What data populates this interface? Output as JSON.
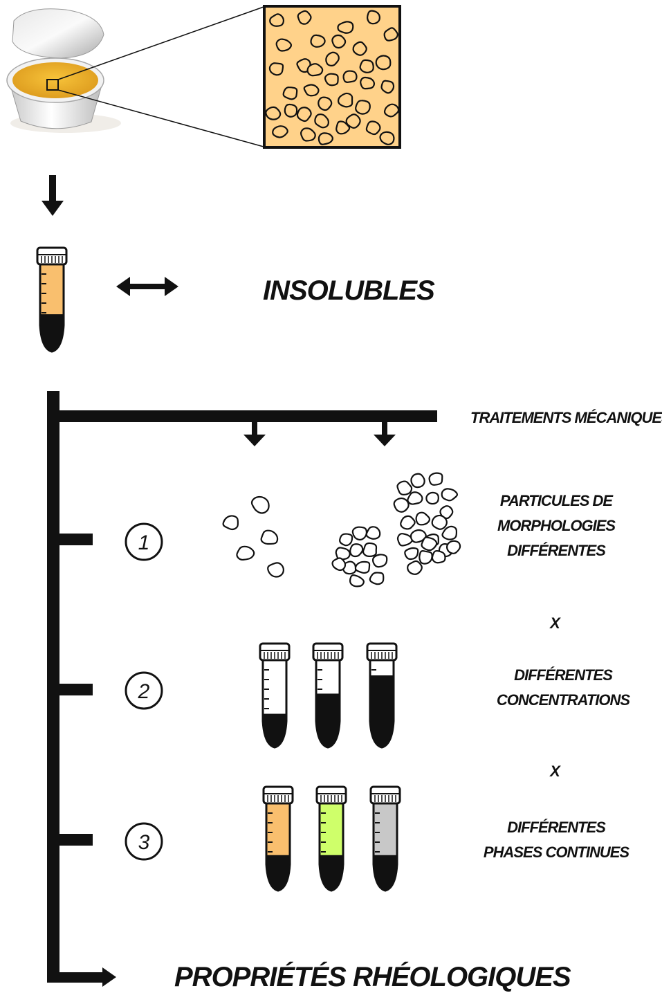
{
  "labels": {
    "insolubles": "INSOLUBLES",
    "treatments": "TRAITEMENTS MÉCANIQUES",
    "step1_line1": "PARTICULES DE",
    "step1_line2": "MORPHOLOGIES",
    "step1_line3": "DIFFÉRENTES",
    "times_1": "X",
    "step2_line1": "DIFFÉRENTES",
    "step2_line2": "CONCENTRATIONS",
    "times_2": "X",
    "step3_line1": "DIFFÉRENTES",
    "step3_line2": "PHASES CONTINUES",
    "final": "PROPRIÉTÉS RHÉOLOGIQUES"
  },
  "steps": [
    "1",
    "2",
    "3"
  ],
  "tubes_concentration": [
    {
      "fill_color": "#ffffff",
      "dark_level": 0.12
    },
    {
      "fill_color": "#ffffff",
      "dark_level": 0.45
    },
    {
      "fill_color": "#ffffff",
      "dark_level": 0.75
    }
  ],
  "tubes_phase": [
    {
      "fill_color": "#f9bf6e"
    },
    {
      "fill_color": "#cfff6a"
    },
    {
      "fill_color": "#c8c8c8"
    }
  ],
  "colors": {
    "ink": "#111111",
    "cream": "#ffd28a",
    "tube_orange": "#f9bf6e",
    "tube_green": "#cfff6a",
    "tube_grey": "#c8c8c8"
  }
}
